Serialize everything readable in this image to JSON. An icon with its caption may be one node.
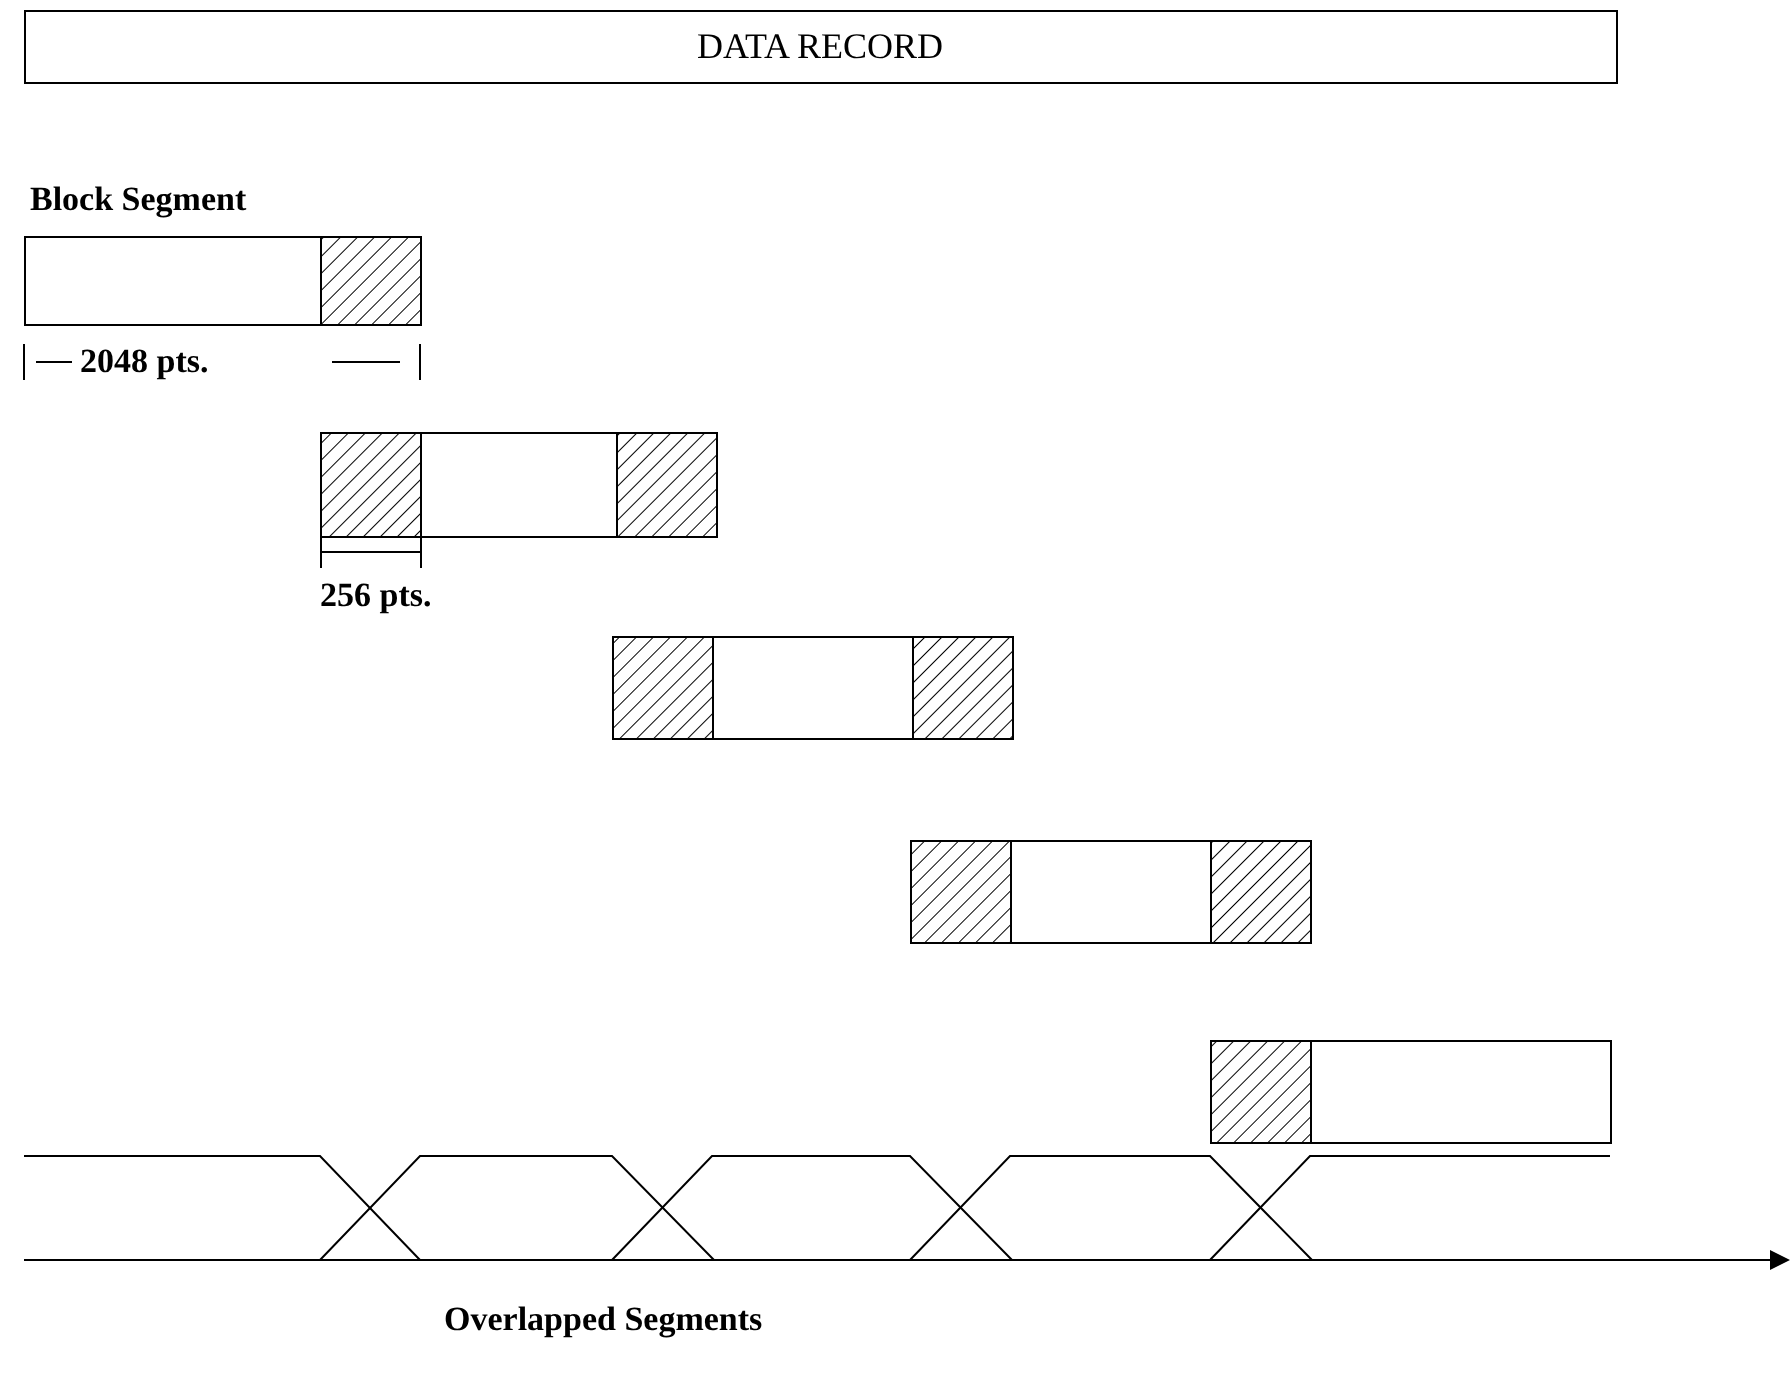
{
  "diagram": {
    "nodes": [
      {
        "text": [
          "DATA RECORD"
        ]
      },
      {
        "text": [
          "Block Segment"
        ]
      },
      {
        "text": [],
        "shape": "bar"
      },
      {
        "text": [],
        "shape": "bar"
      },
      {
        "text": [],
        "shape": "bar"
      },
      {
        "text": [],
        "shape": "bar"
      }
    ],
    "edges": [],
    "labels": [
      "2048 pts.",
      "256 pts.",
      "Overlapped Segments"
    ]
  }
}
